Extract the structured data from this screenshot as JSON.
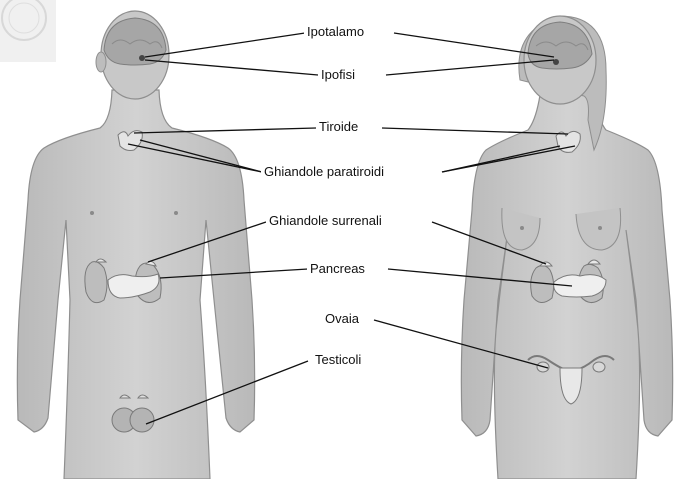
{
  "labels": {
    "hypothalamus": "Ipotalamo",
    "pituitary": "Ipofisi",
    "thyroid": "Tiroide",
    "parathyroid": "Ghiandole paratiroidi",
    "adrenal": "Ghiandole surrenali",
    "pancreas": "Pancreas",
    "ovary": "Ovaia",
    "testes": "Testicoli"
  },
  "colors": {
    "body_fill": "#c9c9c9",
    "body_outline": "#8f8f8f",
    "brain": "#a5a5a5",
    "organ": "#ececec",
    "leader_line": "#111111"
  }
}
